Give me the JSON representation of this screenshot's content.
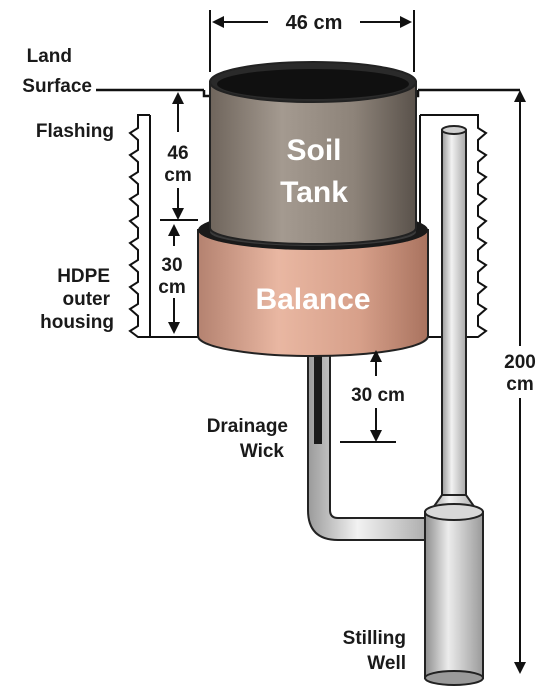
{
  "diagram": {
    "top_width": "46 cm",
    "land_surface": [
      "Land",
      "Surface"
    ],
    "flashing": "Flashing",
    "soil_depth": [
      "46",
      "cm"
    ],
    "balance_depth": [
      "30",
      "cm"
    ],
    "hdpe": [
      "HDPE",
      "outer",
      "housing"
    ],
    "soil_tank": [
      "Soil",
      "Tank"
    ],
    "balance": "Balance",
    "wick_depth": "30 cm",
    "drainage_wick": [
      "Drainage",
      "Wick"
    ],
    "total_depth": [
      "200",
      "cm"
    ],
    "stilling_well": [
      "Stilling",
      "Well"
    ]
  }
}
